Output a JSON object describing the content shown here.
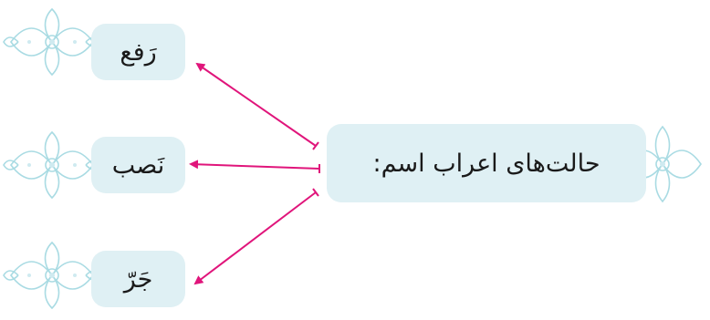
{
  "diagram": {
    "main_label": "حالت‌های اعراب اسم:",
    "cases": [
      {
        "label": "رَفع"
      },
      {
        "label": "نَصب"
      },
      {
        "label": "جَرّ"
      }
    ]
  },
  "colors": {
    "box_fill": "#dff0f4",
    "arrow": "#e0157b",
    "ornament": "#a9dbe3"
  },
  "icons": [
    "arabesque-ornament-icon"
  ]
}
